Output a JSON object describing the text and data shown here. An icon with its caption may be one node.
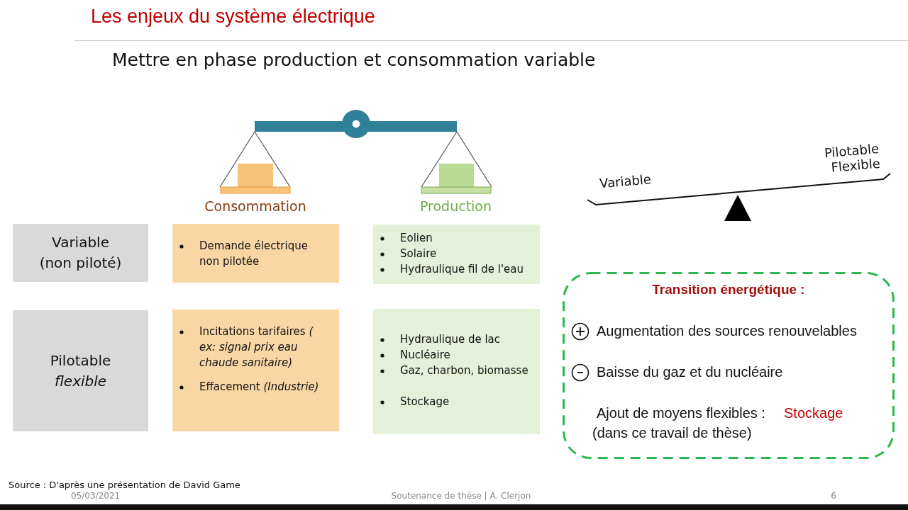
{
  "diagram": {
    "title": "Les enjeux du système électrique",
    "nodes": [
      {
        "text": [
          "Variable (non piloté)"
        ]
      },
      {
        "text": [
          "Pilotable *flexible*"
        ]
      },
      {
        "text": [
          "Demande électrique non pilotée"
        ]
      },
      {
        "text": [
          "Incitations tarifaires *( ex: signal prix eau chaude sanitaire)*",
          "Effacement *(Industrie)*"
        ]
      },
      {
        "text": [
          "Eolien",
          "Solaire",
          "Hydraulique fil de l'eau"
        ]
      },
      {
        "text": [
          "Hydraulique de lac",
          "Nucléaire",
          "Gaz, charbon, biomasse",
          "Stockage"
        ]
      },
      {
        "text": [
          "Transition énergétique :",
          "Augmentation des sources renouvelables",
          "Baisse du gaz et du nucléaire",
          "Ajout de moyens flexibles :",
          "Stockage",
          "(dans ce travail de thèse)"
        ]
      }
    ],
    "edges": [],
    "labels": [
      "Mettre en phase production et consommation variable",
      "Consommation",
      "Production",
      "Pilotable Flexible",
      "Variable",
      "Source : D'après une présentation de David Game",
      "05/03/2021",
      "Soutenance de thèse | A. Clerjon",
      "6"
    ]
  }
}
